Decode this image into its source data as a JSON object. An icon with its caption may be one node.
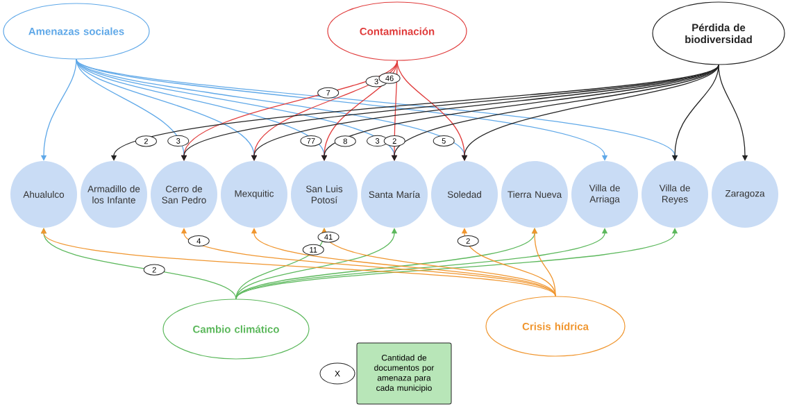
{
  "diagram": {
    "nodes": [
      {
        "text": [
          "Amenazas sociales"
        ]
      },
      {
        "text": [
          "Contaminación"
        ]
      },
      {
        "text": [
          "Pérdida de biodiversidad"
        ]
      },
      {
        "text": [
          "Ahualulco"
        ]
      },
      {
        "text": [
          "Armadillo de los Infante"
        ]
      },
      {
        "text": [
          "Cerro de San Pedro"
        ]
      },
      {
        "text": [
          "Mexquitic"
        ]
      },
      {
        "text": [
          "San Luis Potosí"
        ]
      },
      {
        "text": [
          "Santa María"
        ]
      },
      {
        "text": [
          "Soledad"
        ]
      },
      {
        "text": [
          "Tierra Nueva"
        ]
      },
      {
        "text": [
          "Villa de Arriaga"
        ]
      },
      {
        "text": [
          "Villa de Reyes"
        ]
      },
      {
        "text": [
          "Zaragoza"
        ]
      },
      {
        "text": [
          "Cambio climático"
        ]
      },
      {
        "text": [
          "Crisis hídrica"
        ]
      },
      {
        "text": [
          "X"
        ]
      },
      {
        "text": [
          "Cantidad de documentos por amenaza para cada municipio"
        ]
      }
    ],
    "edges": [
      {
        "from": 0,
        "to": 3,
        "arrow": "to",
        "color": "#5fa8e8"
      },
      {
        "from": 0,
        "to": 5,
        "arrow": "to",
        "color": "#5fa8e8",
        "label": "3"
      },
      {
        "from": 0,
        "to": 6,
        "arrow": "to",
        "color": "#5fa8e8"
      },
      {
        "from": 0,
        "to": 7,
        "arrow": "to",
        "color": "#5fa8e8",
        "label": "77"
      },
      {
        "from": 0,
        "to": 8,
        "arrow": "to",
        "color": "#5fa8e8",
        "label": "3"
      },
      {
        "from": 0,
        "to": 9,
        "arrow": "to",
        "color": "#5fa8e8",
        "label": "5"
      },
      {
        "from": 0,
        "to": 11,
        "arrow": "to",
        "color": "#5fa8e8"
      },
      {
        "from": 0,
        "to": 12,
        "arrow": "to",
        "color": "#5fa8e8"
      },
      {
        "from": 1,
        "to": 5,
        "arrow": "to",
        "color": "#e03c3c",
        "label": "7"
      },
      {
        "from": 1,
        "to": 6,
        "arrow": "to",
        "color": "#e03c3c",
        "label": "3"
      },
      {
        "from": 1,
        "to": 7,
        "arrow": "to",
        "color": "#e03c3c",
        "label": "46"
      },
      {
        "from": 1,
        "to": 8,
        "arrow": "to",
        "color": "#e03c3c",
        "label": "2"
      },
      {
        "from": 1,
        "to": 9,
        "arrow": "to",
        "color": "#e03c3c"
      },
      {
        "from": 2,
        "to": 4,
        "arrow": "to",
        "color": "#222222",
        "label": "2"
      },
      {
        "from": 2,
        "to": 5,
        "arrow": "to",
        "color": "#222222"
      },
      {
        "from": 2,
        "to": 6,
        "arrow": "to",
        "color": "#222222"
      },
      {
        "from": 2,
        "to": 7,
        "arrow": "to",
        "color": "#222222",
        "label": "8"
      },
      {
        "from": 2,
        "to": 8,
        "arrow": "to",
        "color": "#222222"
      },
      {
        "from": 2,
        "to": 9,
        "arrow": "to",
        "color": "#222222"
      },
      {
        "from": 2,
        "to": 12,
        "arrow": "to",
        "color": "#222222"
      },
      {
        "from": 2,
        "to": 13,
        "arrow": "to",
        "color": "#222222"
      },
      {
        "from": 14,
        "to": 3,
        "arrow": "to",
        "color": "#5cb85c",
        "label": "2"
      },
      {
        "from": 14,
        "to": 7,
        "arrow": "to",
        "color": "#5cb85c",
        "label": "11"
      },
      {
        "from": 14,
        "to": 8,
        "arrow": "to",
        "color": "#5cb85c"
      },
      {
        "from": 14,
        "to": 10,
        "arrow": "to",
        "color": "#5cb85c"
      },
      {
        "from": 14,
        "to": 11,
        "arrow": "to",
        "color": "#5cb85c"
      },
      {
        "from": 14,
        "to": 12,
        "arrow": "to",
        "color": "#5cb85c"
      },
      {
        "from": 15,
        "to": 3,
        "arrow": "to",
        "color": "#f0962f"
      },
      {
        "from": 15,
        "to": 5,
        "arrow": "to",
        "color": "#f0962f",
        "label": "4"
      },
      {
        "from": 15,
        "to": 6,
        "arrow": "to",
        "color": "#f0962f"
      },
      {
        "from": 15,
        "to": 7,
        "arrow": "to",
        "color": "#f0962f",
        "label": "41"
      },
      {
        "from": 15,
        "to": 9,
        "arrow": "to",
        "color": "#f0962f",
        "label": "2"
      },
      {
        "from": 15,
        "to": 10,
        "arrow": "to",
        "color": "#f0962f"
      }
    ]
  }
}
